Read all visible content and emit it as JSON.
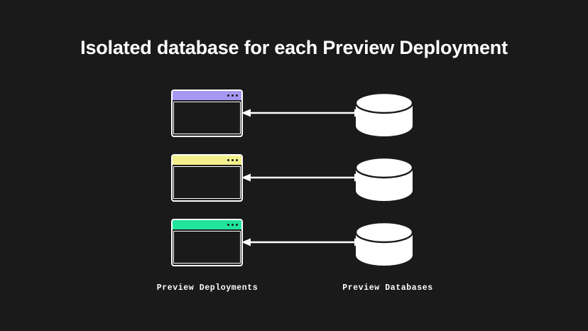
{
  "slide": {
    "background_color": "#1a1a1a",
    "title": "Isolated database for each Preview Deployment",
    "title_color": "#ffffff"
  },
  "diagram": {
    "type": "architecture-diagram",
    "left_column_label": "Preview Deployments",
    "right_column_label": "Preview Databases",
    "arrow_color": "#ffffff",
    "arrow_direction": "bidirectional",
    "rows": [
      {
        "index": 1,
        "deployment": {
          "kind": "browser-window",
          "titlebar_color": "#a796f2",
          "titlebar_color_name": "purple",
          "dots": 3,
          "dot_color": "#1a1a1a",
          "border_color": "#ffffff",
          "body_color": "#1a1a1a"
        },
        "database": {
          "kind": "cylinder",
          "fill": "#ffffff",
          "stroke": "#1a1a1a"
        },
        "connector": "double-headed-arrow"
      },
      {
        "index": 2,
        "deployment": {
          "kind": "browser-window",
          "titlebar_color": "#f3ef8c",
          "titlebar_color_name": "yellow",
          "dots": 3,
          "dot_color": "#1a1a1a",
          "border_color": "#ffffff",
          "body_color": "#1a1a1a"
        },
        "database": {
          "kind": "cylinder",
          "fill": "#ffffff",
          "stroke": "#1a1a1a"
        },
        "connector": "double-headed-arrow"
      },
      {
        "index": 3,
        "deployment": {
          "kind": "browser-window",
          "titlebar_color": "#20e39c",
          "titlebar_color_name": "green",
          "dots": 3,
          "dot_color": "#1a1a1a",
          "border_color": "#ffffff",
          "body_color": "#1a1a1a"
        },
        "database": {
          "kind": "cylinder",
          "fill": "#ffffff",
          "stroke": "#1a1a1a"
        },
        "connector": "double-headed-arrow"
      }
    ]
  }
}
